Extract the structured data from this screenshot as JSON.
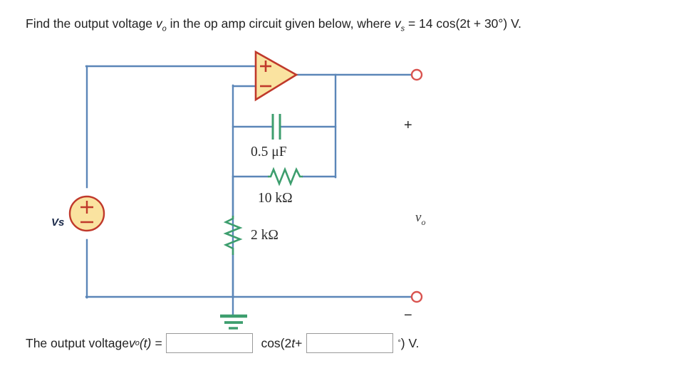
{
  "question": {
    "prefix": "Find the output voltage ",
    "var_v": "v",
    "var_v_sub": "o",
    "middle": " in the op amp circuit given below, where ",
    "var_vs": "v",
    "var_vs_sub": "s",
    "equation": " = 14 cos(2t + 30°) V.",
    "full_text": "Find the output voltage vo in the op amp circuit given below, where vs = 14 cos(2t + 30°) V."
  },
  "circuit": {
    "source_label": "Vs",
    "source_plus": "+",
    "source_minus": "−",
    "opamp_plus": "+",
    "opamp_minus": "−",
    "capacitor_value": "0.5 μF",
    "resistor_feedback_value": "10 kΩ",
    "resistor_input_value": "2 kΩ",
    "output_label_v": "v",
    "output_label_sub": "o",
    "terminal_plus": "+",
    "terminal_minus": "−",
    "colors": {
      "wire": "#5b86b8",
      "component_green": "#3d9e6e",
      "opamp_border": "#c0392b",
      "opamp_fill": "#fae3a0",
      "terminal": "#d9534f",
      "sign_red": "#c0392b"
    }
  },
  "answer": {
    "prefix": "The output voltage ",
    "var_v": "v",
    "var_v_sub": "o",
    "var_t": "(t) = ",
    "field_amplitude_value": "",
    "field_amplitude_placeholder": "",
    "middle": "cos(2",
    "var_time": "t",
    "plus": " + ",
    "field_phase_value": "",
    "field_phase_placeholder": "",
    "degree": "°",
    "suffix": ") V."
  }
}
